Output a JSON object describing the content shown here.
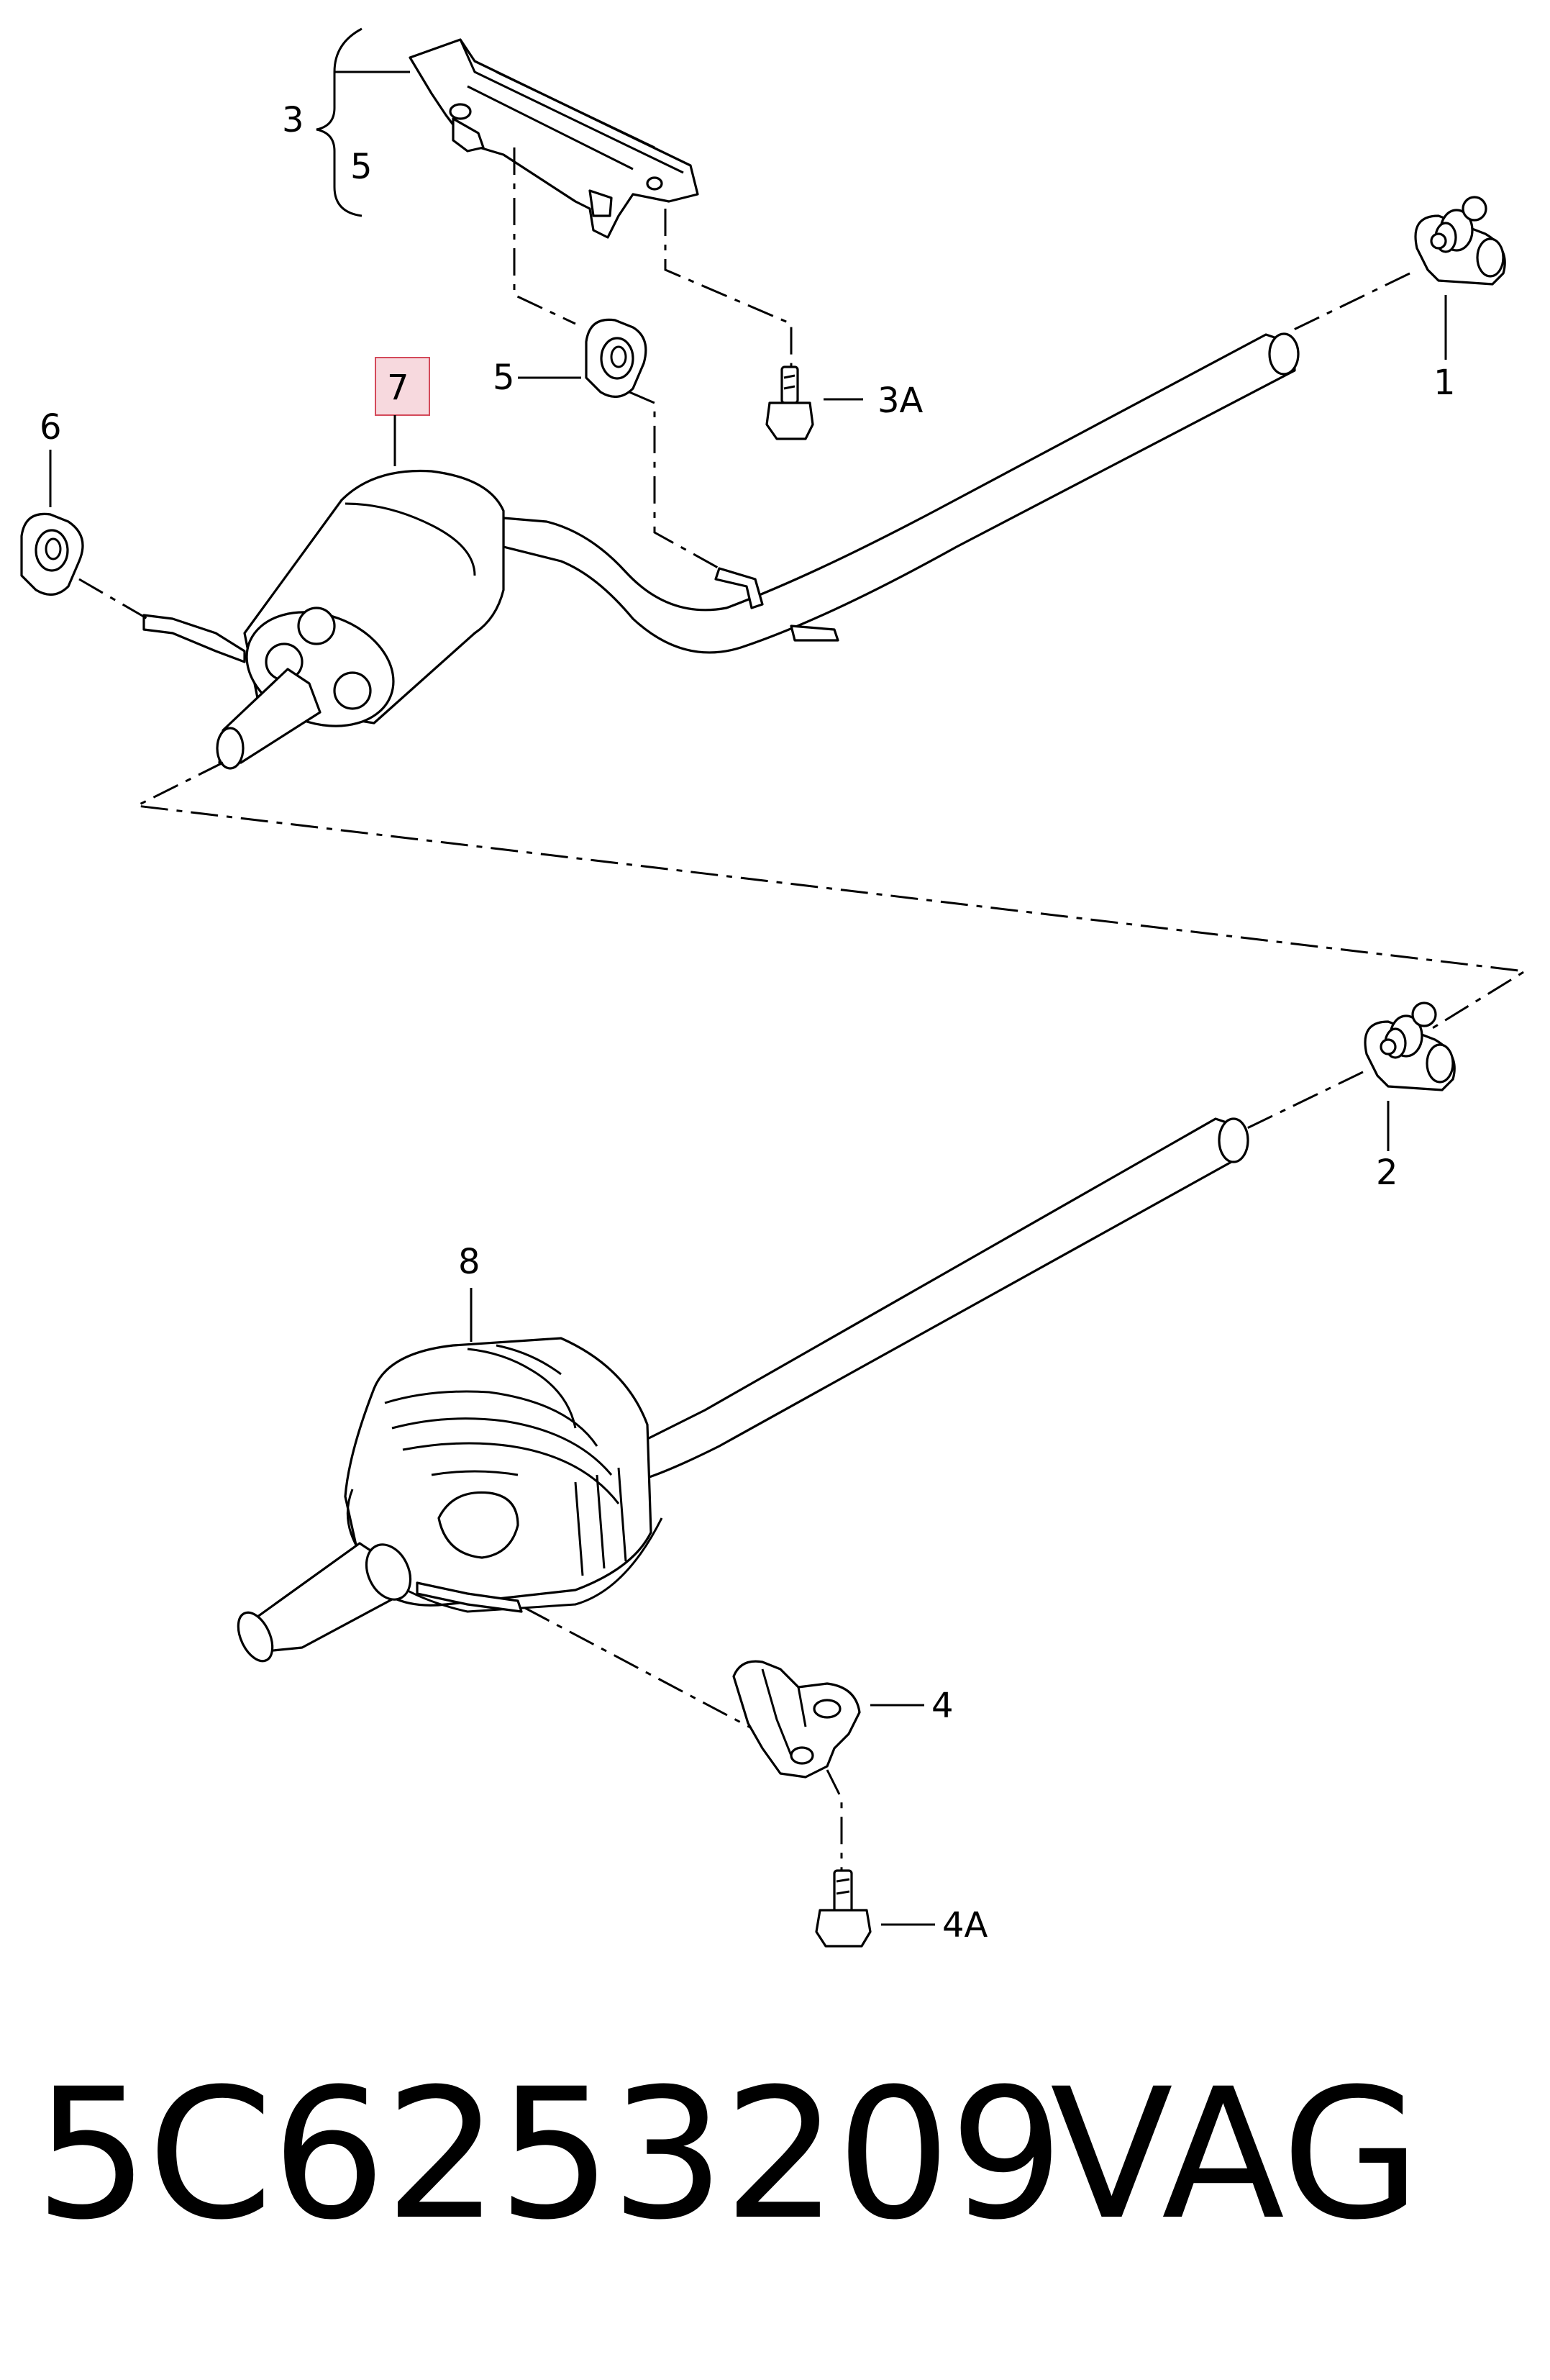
{
  "diagram": {
    "callouts": {
      "c1": "1",
      "c2": "2",
      "c3": "3",
      "c3a": "3A",
      "c4": "4",
      "c4a": "4A",
      "c5_bracket": "5",
      "c5": "5",
      "c6": "6",
      "c7": "7",
      "c8": "8"
    },
    "highlight_color": "#f7d9de",
    "highlight_border": "#d44a5a"
  },
  "caption": {
    "part_number": "5C6253209",
    "brand": "VAG"
  }
}
